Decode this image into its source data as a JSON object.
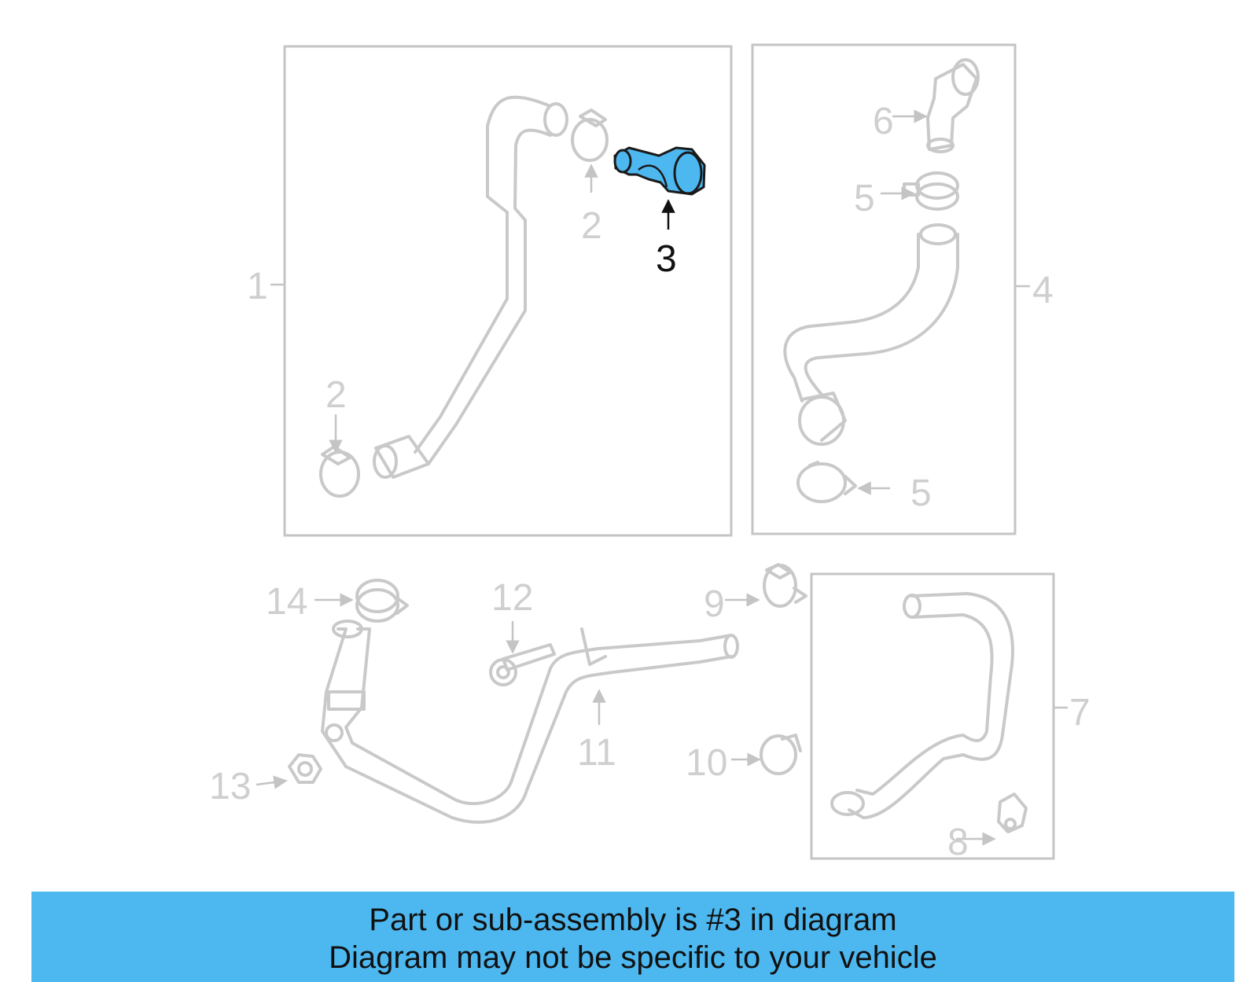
{
  "banner": {
    "line1": "Part or sub-assembly is #3 in diagram",
    "line2": "Diagram may not be specific to your vehicle",
    "color": "#4db8f0"
  },
  "highlight_color": "#4db8f0",
  "callouts": {
    "c1": "1",
    "c2a": "2",
    "c2b": "2",
    "c3": "3",
    "c4": "4",
    "c5a": "5",
    "c5b": "5",
    "c6": "6",
    "c7": "7",
    "c8": "8",
    "c9": "9",
    "c10": "10",
    "c11": "11",
    "c12": "12",
    "c13": "13",
    "c14": "14"
  },
  "highlighted_part": "3"
}
